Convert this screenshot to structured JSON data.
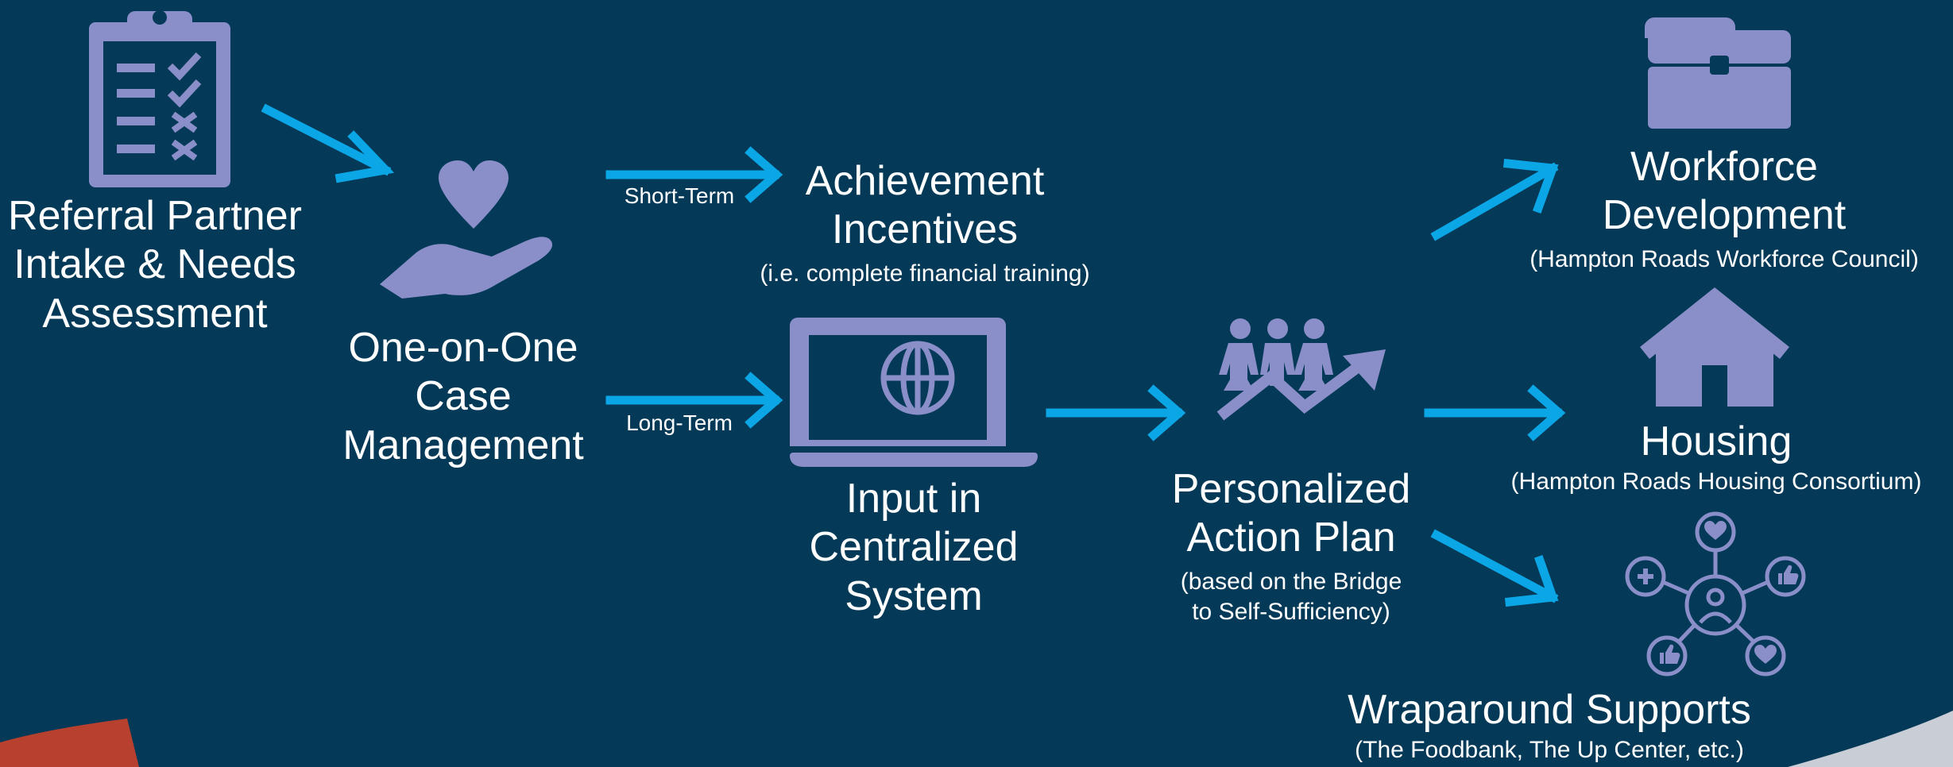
{
  "colors": {
    "background": "#043957",
    "icon": "#8b8fc9",
    "arrow": "#0aa6e6",
    "text": "#ffffff"
  },
  "referral": {
    "line1": "Referral Partner",
    "line2": "Intake & Needs",
    "line3": "Assessment",
    "icon": "clipboard-checklist-icon"
  },
  "case_mgmt": {
    "line1": "One-on-One",
    "line2": "Case",
    "line3": "Management",
    "icon": "hand-heart-icon"
  },
  "short_term": {
    "label": "Short-Term"
  },
  "long_term": {
    "label": "Long-Term"
  },
  "achievement": {
    "line1": "Achievement",
    "line2": "Incentives",
    "note": "(i.e. complete financial training)"
  },
  "input_system": {
    "line1": "Input in",
    "line2": "Centralized",
    "line3": "System",
    "icon": "laptop-globe-icon"
  },
  "action_plan": {
    "line1": "Personalized",
    "line2": "Action Plan",
    "note1": "(based on the Bridge",
    "note2": "to Self-Sufficiency)",
    "icon": "people-growth-icon"
  },
  "workforce": {
    "line1": "Workforce",
    "line2": "Development",
    "note": "(Hampton Roads Workforce Council)",
    "icon": "briefcase-icon"
  },
  "housing": {
    "title": "Housing",
    "note": "(Hampton Roads Housing Consortium)",
    "icon": "house-icon"
  },
  "wraparound": {
    "title": "Wraparound Supports",
    "note": "(The Foodbank, The Up Center, etc.)",
    "icon": "support-network-icon"
  }
}
